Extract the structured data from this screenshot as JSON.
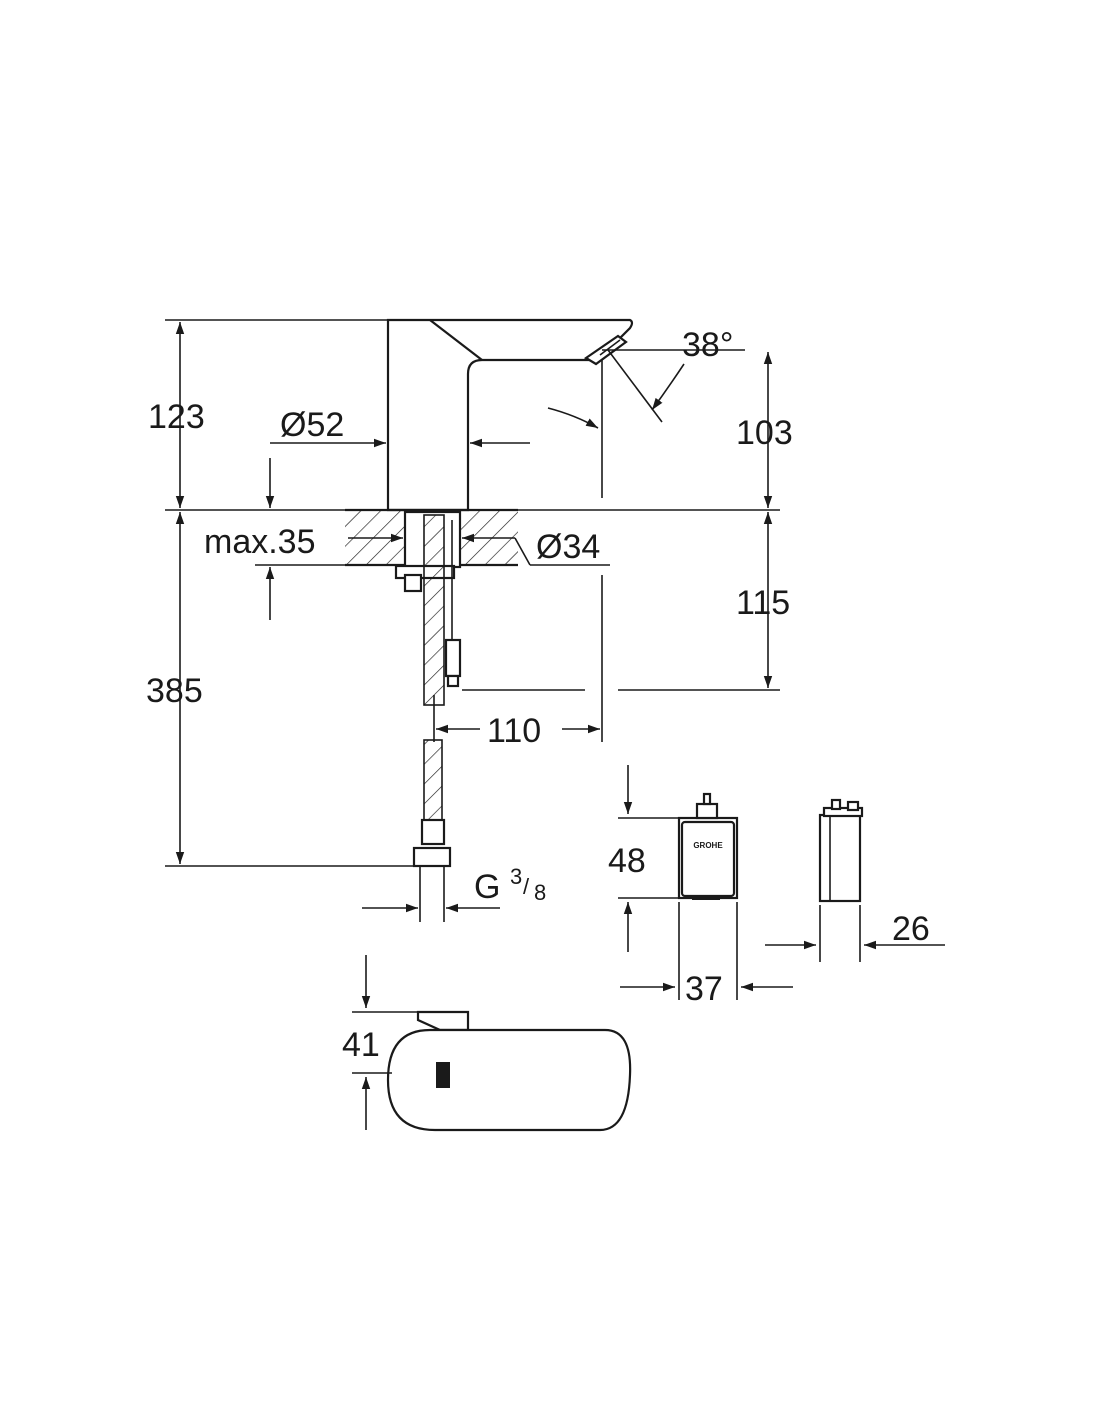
{
  "dimensions": {
    "spout_height": "123",
    "body_diameter": "Ø52",
    "outlet_angle": "38°",
    "outlet_height": "103",
    "deck_thickness": "max.35",
    "hole_diameter": "Ø34",
    "shank_below_deck": "115",
    "total_hose_length": "385",
    "spout_projection": "110",
    "connection_thread_base": "G",
    "connection_thread_num": "3",
    "connection_thread_den": "8",
    "box_height": "48",
    "box_width": "37",
    "box_depth": "26",
    "spout_top_height": "41"
  },
  "logo": "GROHE"
}
